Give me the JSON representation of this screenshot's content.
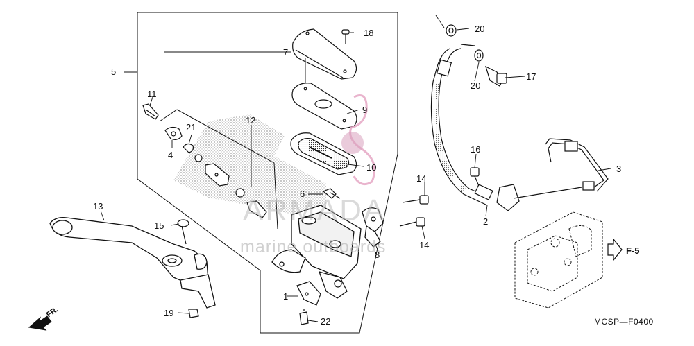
{
  "diagram": {
    "code": "MCSP—F0400",
    "direction_front": "FR.",
    "ref_section": "F-5",
    "watermark": {
      "brand": "ARMADA",
      "tagline": "marine outboards"
    },
    "callouts": [
      {
        "id": "c1",
        "text": "1"
      },
      {
        "id": "c2",
        "text": "2"
      },
      {
        "id": "c3",
        "text": "3"
      },
      {
        "id": "c4",
        "text": "4"
      },
      {
        "id": "c5",
        "text": "5"
      },
      {
        "id": "c6",
        "text": "6"
      },
      {
        "id": "c7",
        "text": "7"
      },
      {
        "id": "c8",
        "text": "8"
      },
      {
        "id": "c9",
        "text": "9"
      },
      {
        "id": "c10",
        "text": "10"
      },
      {
        "id": "c11",
        "text": "11"
      },
      {
        "id": "c12",
        "text": "12"
      },
      {
        "id": "c13",
        "text": "13"
      },
      {
        "id": "c14a",
        "text": "14"
      },
      {
        "id": "c14b",
        "text": "14"
      },
      {
        "id": "c15",
        "text": "15"
      },
      {
        "id": "c16",
        "text": "16"
      },
      {
        "id": "c17",
        "text": "17"
      },
      {
        "id": "c18",
        "text": "18"
      },
      {
        "id": "c19",
        "text": "19"
      },
      {
        "id": "c20a",
        "text": "20"
      },
      {
        "id": "c20b",
        "text": "20"
      },
      {
        "id": "c21",
        "text": "21"
      },
      {
        "id": "c22",
        "text": "22"
      }
    ]
  }
}
